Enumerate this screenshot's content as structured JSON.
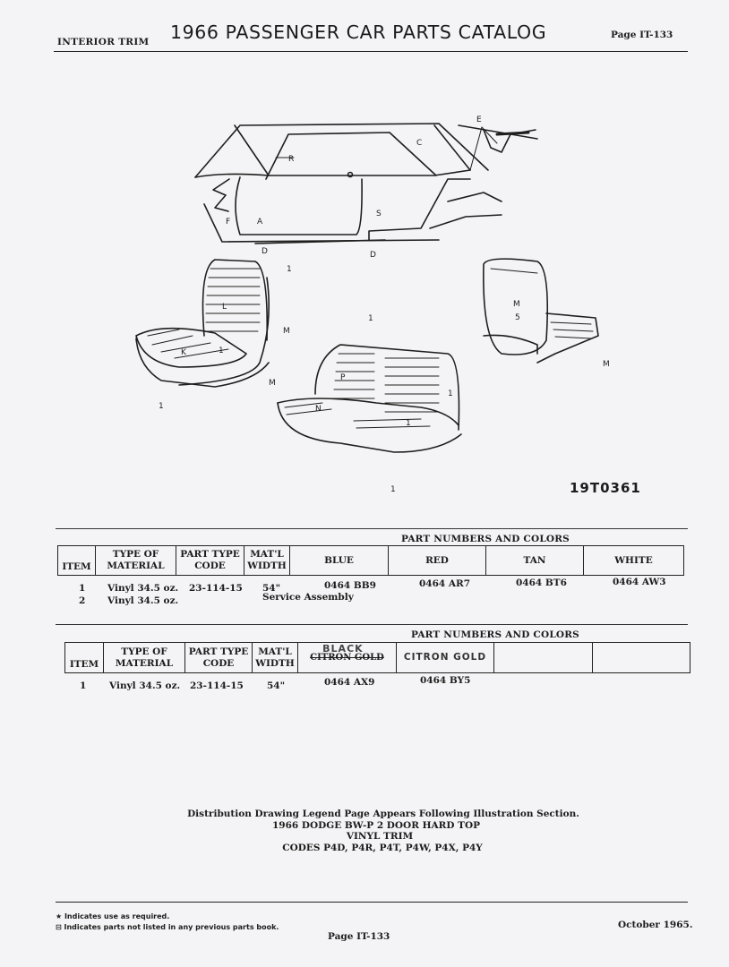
{
  "header": {
    "section": "INTERIOR TRIM",
    "title": "1966 PASSENGER CAR PARTS CATALOG",
    "page": "Page IT-133"
  },
  "illustration": {
    "figure_id": "19T0361",
    "callouts": {
      "body": [
        "R",
        "C",
        "E",
        "F",
        "A",
        "S",
        "D",
        "D"
      ],
      "front_seat": [
        "1",
        "L",
        "M",
        "K",
        "1",
        "M",
        "1"
      ],
      "rear_seat": [
        "1",
        "P",
        "N",
        "1",
        "1",
        "1"
      ],
      "seat_back": [
        "M",
        "5",
        "M"
      ]
    }
  },
  "table1": {
    "group_label": "PART NUMBERS AND COLORS",
    "headers": {
      "item": "ITEM",
      "type_1": "TYPE OF",
      "type_2": "MATERIAL",
      "code_1": "PART TYPE",
      "code_2": "CODE",
      "width_1": "MAT'L",
      "width_2": "WIDTH",
      "colors": [
        "BLUE",
        "RED",
        "TAN",
        "WHITE"
      ]
    },
    "rows": [
      {
        "item": "1",
        "material": "Vinyl 34.5 oz.",
        "code": "23-114-15",
        "width": "54\"",
        "parts": [
          "0464 BB9",
          "0464 AR7",
          "0464 BT6",
          "0464 AW3"
        ]
      },
      {
        "item": "2",
        "material": "Vinyl 34.5 oz.",
        "note": "Service Assembly"
      }
    ]
  },
  "table2": {
    "group_label": "PART NUMBERS AND COLORS",
    "headers": {
      "item": "ITEM",
      "type_1": "TYPE OF",
      "type_2": "MATERIAL",
      "code_1": "PART TYPE",
      "code_2": "CODE",
      "width_1": "MAT'L",
      "width_2": "WIDTH",
      "color_1_struck": "CITRON GOLD",
      "color_1_handwritten": "BLACK",
      "color_2_handwritten": "CITRON GOLD",
      "color_3": "",
      "color_4": ""
    },
    "rows": [
      {
        "item": "1",
        "material": "Vinyl 34.5 oz.",
        "code": "23-114-15",
        "width": "54\"",
        "parts": [
          "0464 AX9",
          "0464 BY5"
        ]
      }
    ]
  },
  "legend": {
    "line1": "Distribution Drawing Legend Page Appears Following Illustration Section.",
    "line2": "1966 DODGE BW-P 2 DOOR HARD TOP",
    "line3": "VINYL TRIM",
    "line4": "CODES P4D, P4R, P4T, P4W, P4X, P4Y"
  },
  "footer": {
    "note_star": "★ Indicates use as required.",
    "note_box": "⊟ Indicates parts not listed in any previous parts book.",
    "page": "Page IT-133",
    "date": "October 1965."
  }
}
